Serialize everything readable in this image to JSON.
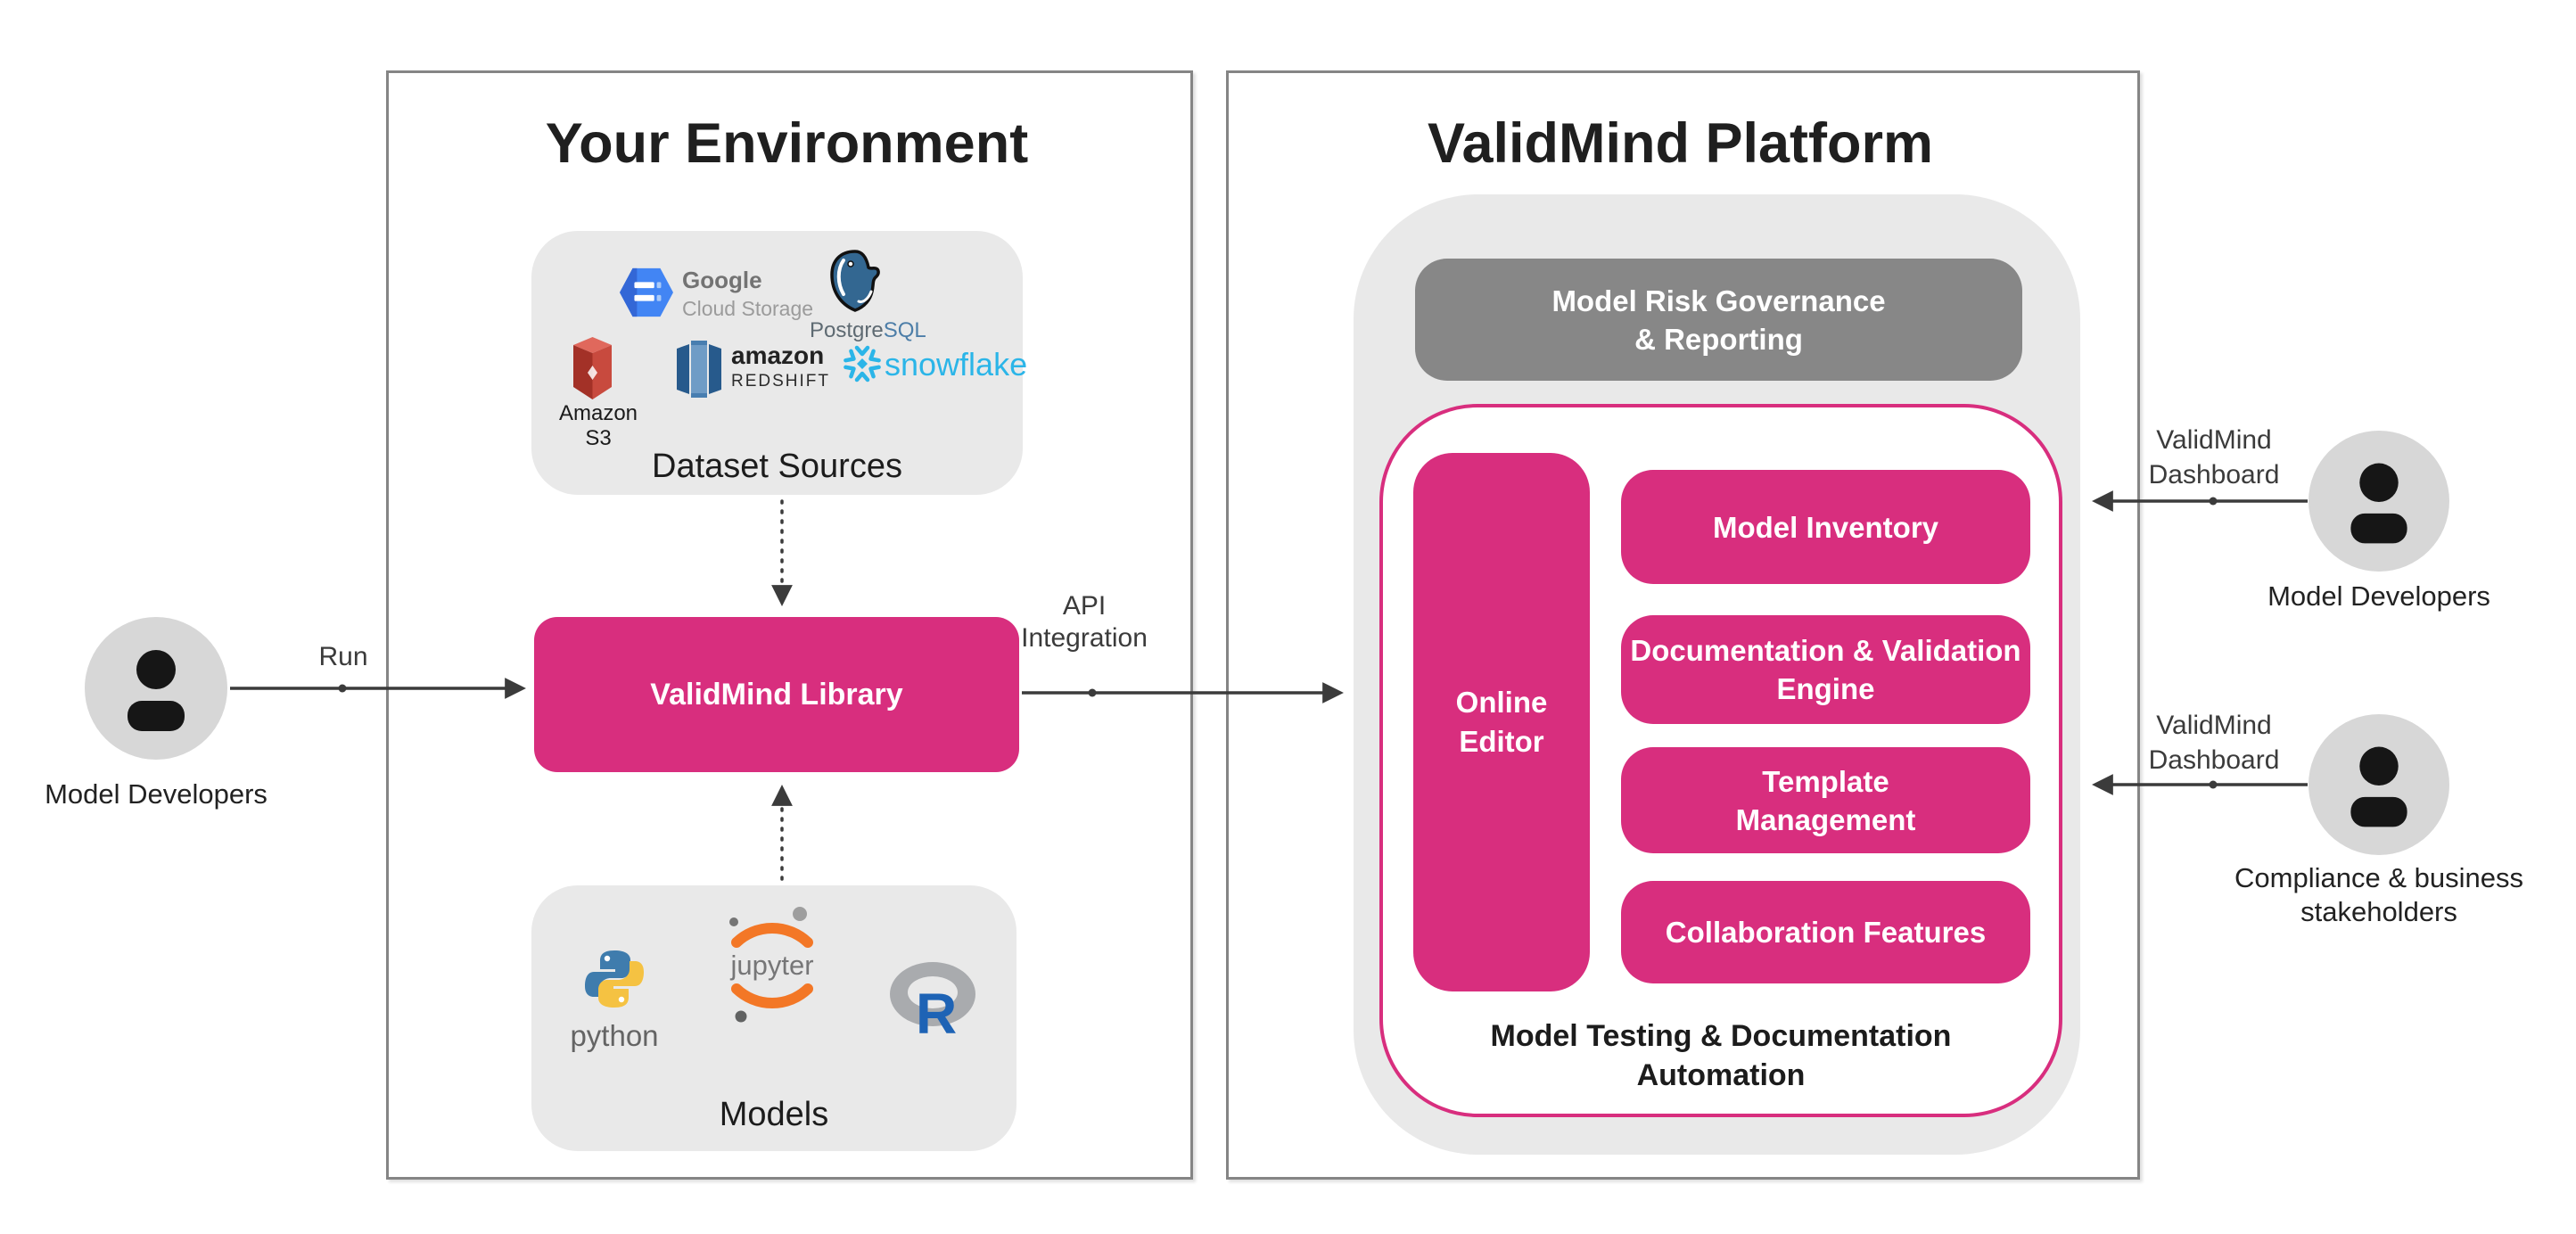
{
  "colors": {
    "brand_pink": "#D82E7E",
    "container_gray": "#E9E9E9",
    "governance_gray": "#878787",
    "box_border_gray": "#858585",
    "arrow_dark": "#3B3B3B",
    "person_circle_gray": "#D7D7D7",
    "snowflake_blue": "#2BB5E8",
    "gcs_blue": "#4285F4",
    "postgres_blue": "#336791",
    "python_blue": "#3F7CAD",
    "python_yellow": "#F5C242",
    "jupyter_orange": "#F37726",
    "r_blue": "#1E63B5"
  },
  "left_actor": {
    "label": "Model Developers",
    "run_label": "Run"
  },
  "environment": {
    "title": "Your Environment",
    "api_label": "API\nIntegration",
    "dataset_sources": {
      "label": "Dataset Sources",
      "gcs": {
        "name1": "Google",
        "name2": "Cloud Storage"
      },
      "postgresql": {
        "prefix": "Postgre",
        "suffix": "SQL"
      },
      "s3": {
        "label": "Amazon S3"
      },
      "redshift": {
        "name1": "amazon",
        "name2": "REDSHIFT"
      },
      "snowflake": {
        "label": "snowflake"
      }
    },
    "library": {
      "label": "ValidMind Library"
    },
    "models": {
      "label": "Models",
      "python": {
        "label": "python"
      },
      "jupyter": {
        "label": "jupyter"
      },
      "r": {
        "label": "R"
      }
    }
  },
  "platform": {
    "title": "ValidMind Platform",
    "governance_label": "Model Risk Governance\n& Reporting",
    "online_editor_label": "Online\nEditor",
    "features": [
      "Model Inventory",
      "Documentation & Validation\nEngine",
      "Template\nManagement",
      "Collaboration Features"
    ],
    "automation_label": "Model Testing & Documentation\nAutomation"
  },
  "right_actors": {
    "top": {
      "arrow_label": "ValidMind\nDashboard",
      "label": "Model Developers"
    },
    "bottom": {
      "arrow_label": "ValidMind\nDashboard",
      "label": "Compliance & business\nstakeholders"
    }
  }
}
